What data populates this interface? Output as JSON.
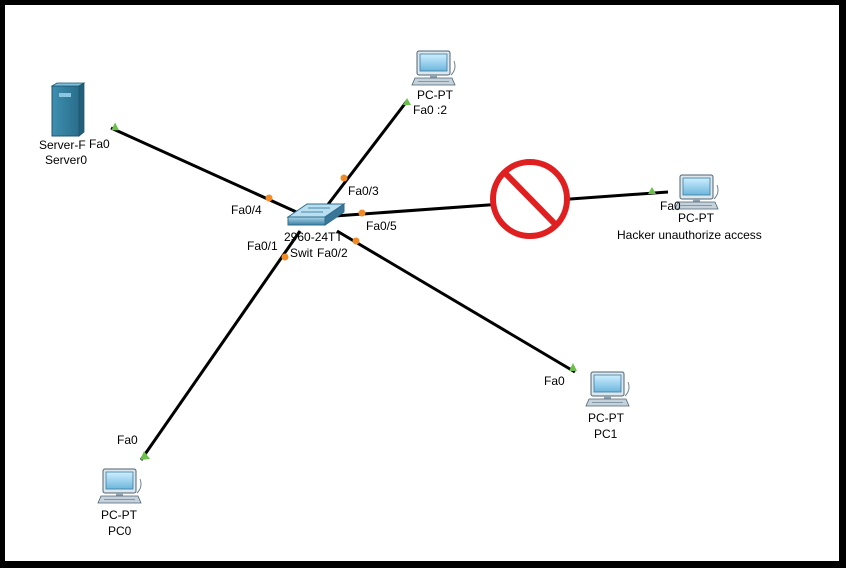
{
  "colors": {
    "background": "#000000",
    "canvas": "#ffffff",
    "link": "#000000",
    "port_up": "#6ac04a",
    "port_down": "#f08a24",
    "block": "#e02020"
  },
  "devices": {
    "server": {
      "type": "Server-F",
      "name": "Server0",
      "port": "Fa0",
      "icon": "server-icon"
    },
    "switch": {
      "type": "2960-24TT",
      "name": "Swit",
      "icon": "switch-icon"
    },
    "pc2": {
      "type": "PC-PT",
      "name": "",
      "port": "Fa0",
      "port_label": "Fa0 :2",
      "icon": "pc-icon"
    },
    "hacker": {
      "type": "PC-PT",
      "name": "Hacker unauthorize access",
      "port": "Fa0",
      "icon": "pc-icon"
    },
    "pc1": {
      "type": "PC-PT",
      "name": "PC1",
      "port": "Fa0",
      "icon": "pc-icon"
    },
    "pc0": {
      "type": "PC-PT",
      "name": "PC0",
      "port": "Fa0",
      "icon": "pc-icon"
    }
  },
  "switch_ports": {
    "to_server": "Fa0/4",
    "to_pc2": "Fa0/3",
    "to_hacker": "Fa0/5",
    "to_pc0": "Fa0/1",
    "to_pc1": "Fa0/2"
  },
  "blocked_link": {
    "icon": "prohibited-icon"
  }
}
